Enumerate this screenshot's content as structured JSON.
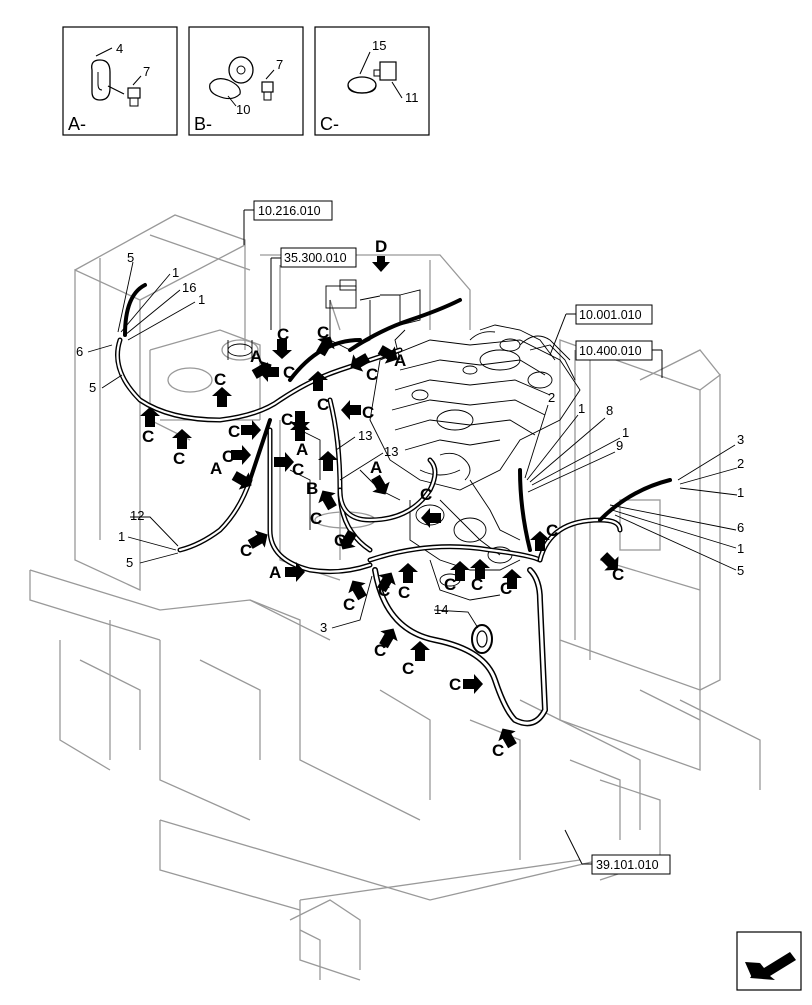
{
  "detail_views": [
    {
      "label": "A-",
      "parts": [
        "4",
        "7"
      ]
    },
    {
      "label": "B-",
      "parts": [
        "7",
        "10"
      ]
    },
    {
      "label": "C-",
      "parts": [
        "15",
        "11"
      ]
    }
  ],
  "reference_boxes": [
    "10.216.010",
    "35.300.010",
    "10.001.010",
    "10.400.010",
    "39.101.010"
  ],
  "view_marker": "D",
  "left_callouts": [
    "5",
    "1",
    "16",
    "1",
    "6",
    "5",
    "12",
    "1",
    "5",
    "13",
    "13",
    "3"
  ],
  "right_callouts": [
    "2",
    "1",
    "8",
    "1",
    "9",
    "3",
    "2",
    "1",
    "6",
    "1",
    "5",
    "14"
  ],
  "clip_letters": {
    "C": "C",
    "A": "A",
    "B": "B"
  },
  "colors": {
    "line": "#000000",
    "machine": "#999999",
    "hose": "#000000",
    "background": "#ffffff"
  },
  "icons": [
    "arrow-icon",
    "navigation-arrow-icon"
  ]
}
